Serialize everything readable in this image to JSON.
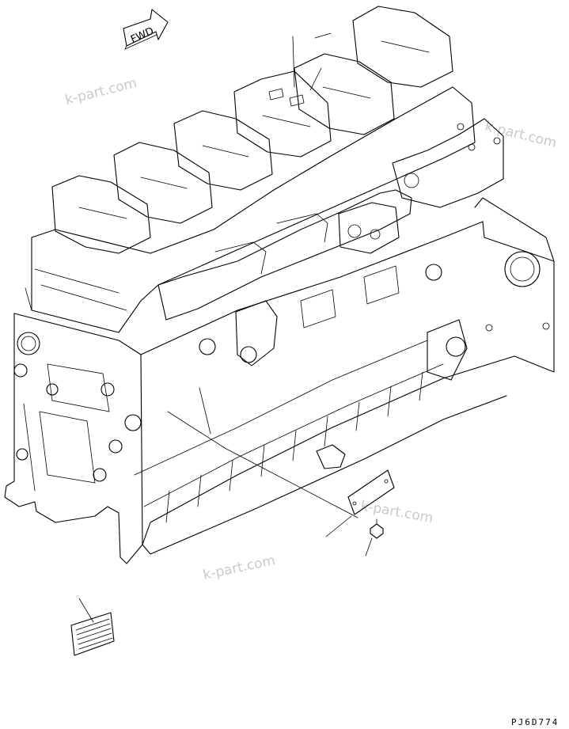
{
  "diagram": {
    "drawing_number": "PJ6D774",
    "fwd_label": "FWD",
    "watermarks": [
      "k-part.com",
      "k-part.com",
      "k-part.com",
      "k-part.com"
    ]
  }
}
